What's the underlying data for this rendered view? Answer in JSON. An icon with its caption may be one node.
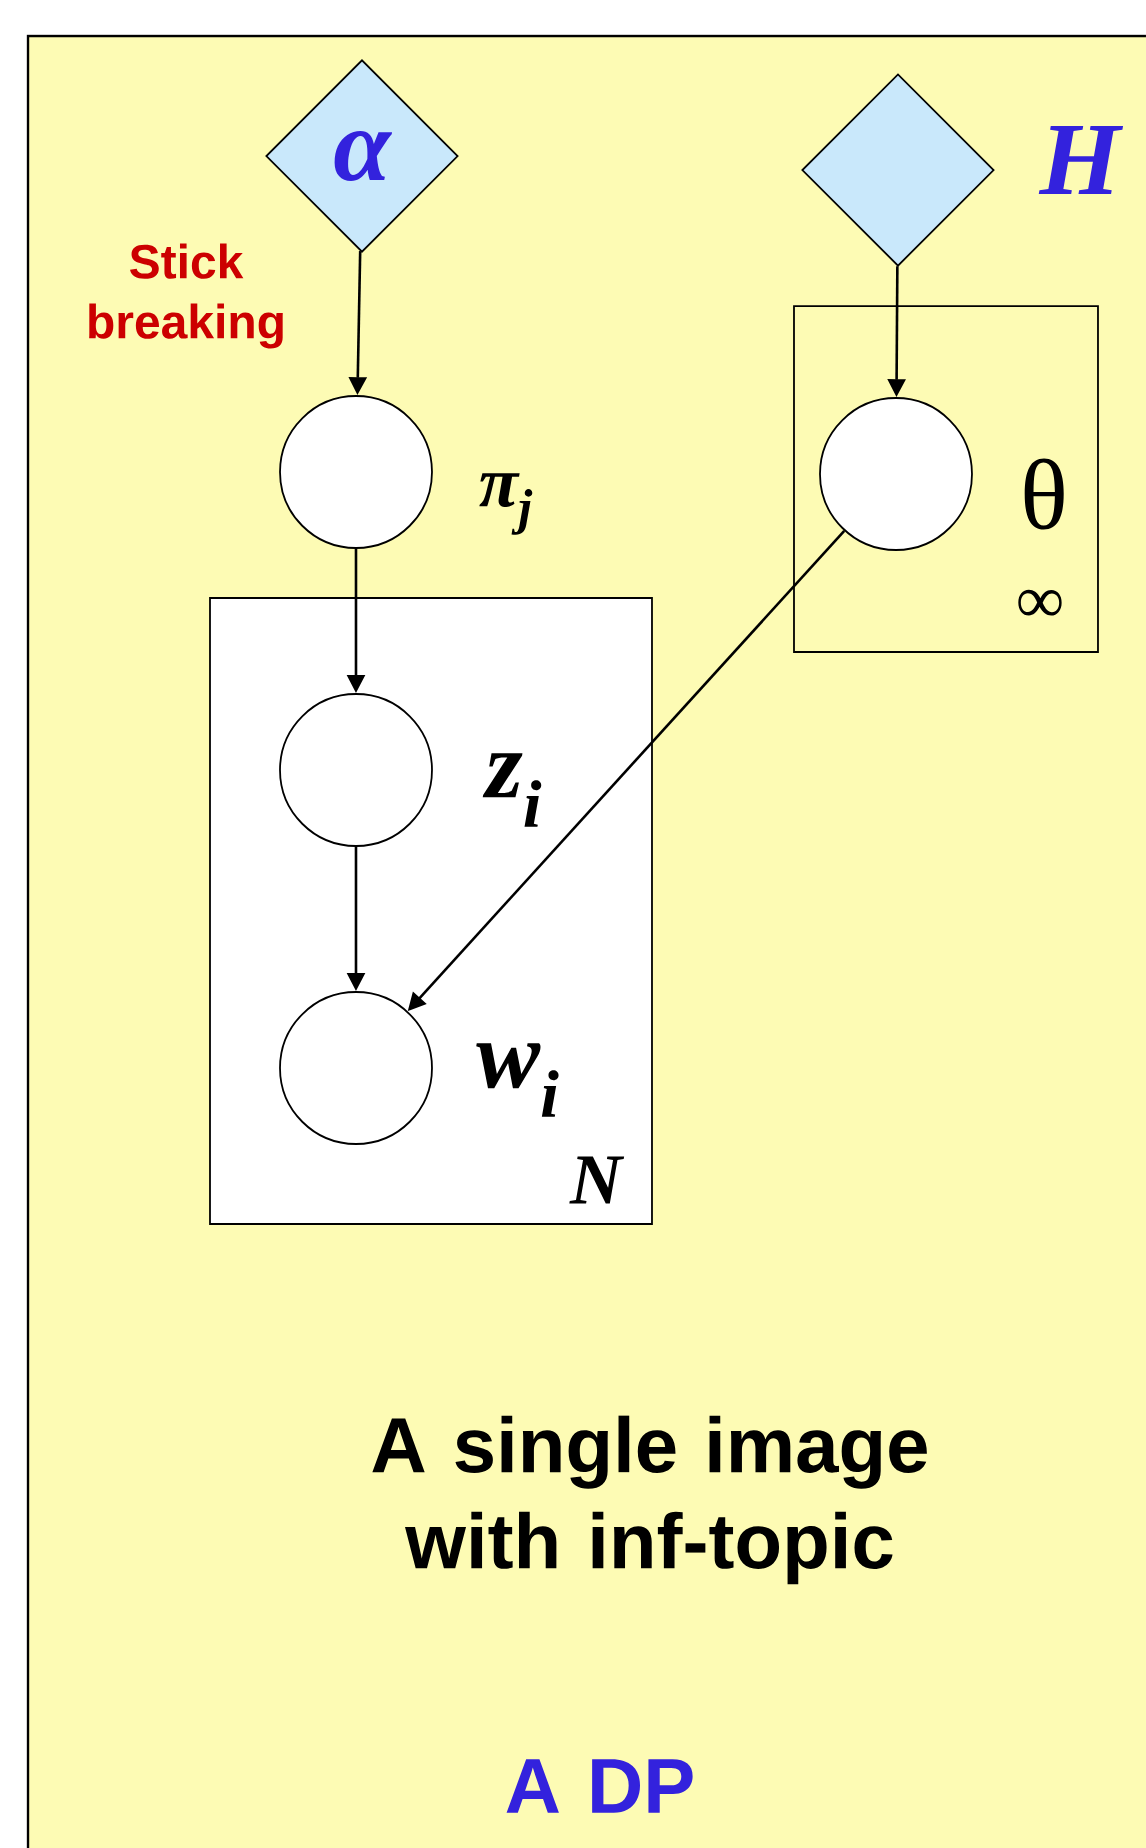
{
  "diagram": {
    "nodes": [
      {
        "text": [
          "α"
        ]
      },
      {
        "text": [],
        "shape": "diamond",
        "beside": [
          "H"
        ]
      },
      {
        "text": [],
        "shape": "circle",
        "beside": [
          "π$_{j}$"
        ]
      },
      {
        "text": [
          "∞"
        ]
      },
      {
        "text": [],
        "shape": "circle",
        "beside": [
          "θ"
        ],
        "in": 3
      },
      {
        "text": [
          "N"
        ]
      },
      {
        "text": [],
        "shape": "circle",
        "beside": [
          "z$_{i}$"
        ],
        "in": 5
      },
      {
        "text": [],
        "shape": "circle",
        "beside": [
          "w$_{i}$"
        ],
        "in": 5
      }
    ],
    "edges": [
      {
        "from": 0,
        "to": 2,
        "arrow": "to",
        "label": "Stick breaking"
      },
      {
        "from": 1,
        "to": 4,
        "arrow": "to"
      },
      {
        "from": 2,
        "to": 6,
        "arrow": "to"
      },
      {
        "from": 6,
        "to": 7,
        "arrow": "to"
      },
      {
        "from": 4,
        "to": 7,
        "arrow": "to"
      }
    ],
    "labels": [
      "A single image with inf-topic",
      "A DP"
    ]
  }
}
